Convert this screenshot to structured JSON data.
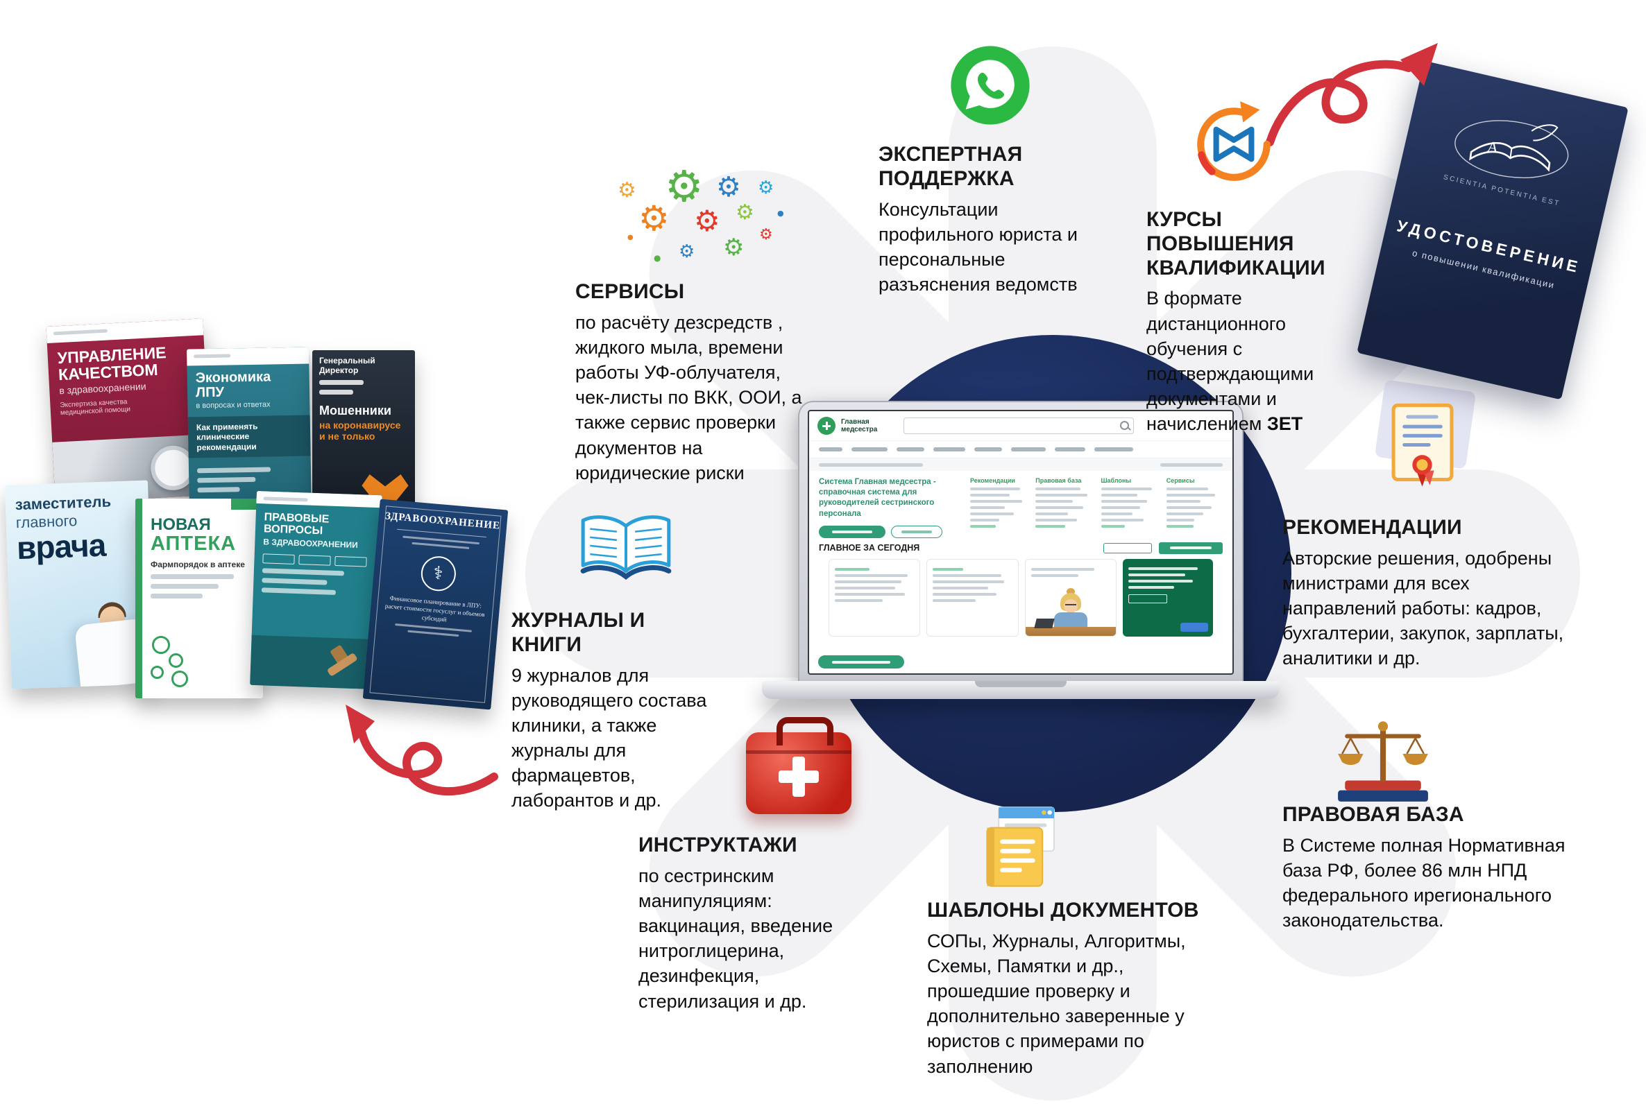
{
  "features": {
    "services": {
      "title": "СЕРВИСЫ",
      "text": "по расчёту дезсредств , жидкого мыла, времени работы УФ-облучателя, чек-листы по ВКК, ООИ, а также сервис проверки документов на юридические риски"
    },
    "expert_support": {
      "title": "ЭКСПЕРТНАЯ ПОДДЕРЖКА",
      "text": "Консультации профильного юриста и персональные разъяснения ведомств"
    },
    "courses": {
      "title": "КУРСЫ ПОВЫШЕНИЯ КВАЛИФИКАЦИИ",
      "text": "В формате дистанционного обучения с подтверждающими документами и начислением",
      "text_bold": "ЗЕТ"
    },
    "recommendations": {
      "title": "РЕКОМЕНДАЦИИ",
      "text": "Авторские решения, одобрены министрами для всех направлений работы: кадров, бухгалтерии, закупок, зарплаты, аналитики и др."
    },
    "legal_base": {
      "title": "ПРАВОВАЯ БАЗА",
      "text": "В Системе полная Нормативная база РФ, более 86 млн НПД федерального ирегионального законодательства."
    },
    "templates": {
      "title": "ШАБЛОНЫ ДОКУМЕНТОВ",
      "text": "СОПы, Журналы, Алгоритмы, Схемы, Памятки и др., прошедшие проверку и дополнительно заверенные у юристов с примерами по заполнению"
    },
    "briefings": {
      "title": "ИНСТРУКТАЖИ",
      "text": "по сестринским манипуляциям: вакцинация, введение нитроглицерина, дезинфекция, стерилизация и др."
    },
    "journals_books": {
      "title": "ЖУРНАЛЫ И  КНИГИ",
      "text": "9 журналов для руководящего состава клиники, а также журналы для фармацевтов, лаборантов и др."
    }
  },
  "certificate": {
    "title": "УДОСТОВЕРЕНИЕ",
    "subtitle": "о повышении квалификации",
    "motto": "SCIENTIA POTENTIA EST",
    "monogram": "A"
  },
  "covers": {
    "quality": {
      "title": "УПРАВЛЕНИЕ КАЧЕСТВОМ",
      "subtitle": "в здравоохранении",
      "note": "Экспертиза качества медицинской помощи"
    },
    "economics": {
      "title": "Экономика ЛПУ",
      "subtitle": "в вопросах и ответах",
      "band": "Как применять клинические рекомендации"
    },
    "director": {
      "brand": "Генеральный Директор",
      "title": "Мошенники",
      "subtitle": "на коронавирусе и не только"
    },
    "deputy": {
      "word1": "заместитель",
      "word2": "главного",
      "word3": "врача"
    },
    "pharmacy": {
      "word1": "НОВАЯ",
      "word2": "АПТЕКА",
      "subtitle": "Фармпорядок в аптеке"
    },
    "legal_issues": {
      "title": "ПРАВОВЫЕ ВОПРОСЫ",
      "subtitle": "В ЗДРАВООХРАНЕНИИ"
    },
    "healthcare": {
      "title": "ЗДРАВООХРАНЕНИЕ",
      "subtitle": "Финансовое планирование в ЛПУ: расчет стоимости госуслуг и объемов субсидий"
    }
  },
  "laptop_site": {
    "logo": "Главная медсестра",
    "hero_title": "Система Главная медсестра - справочная система для руководителей сестринского персонала",
    "columns": [
      "Рекомендации",
      "Правовая база",
      "Шаблоны",
      "Сервисы"
    ],
    "today_title": "ГЛАВНОЕ ЗА СЕГОДНЯ"
  }
}
